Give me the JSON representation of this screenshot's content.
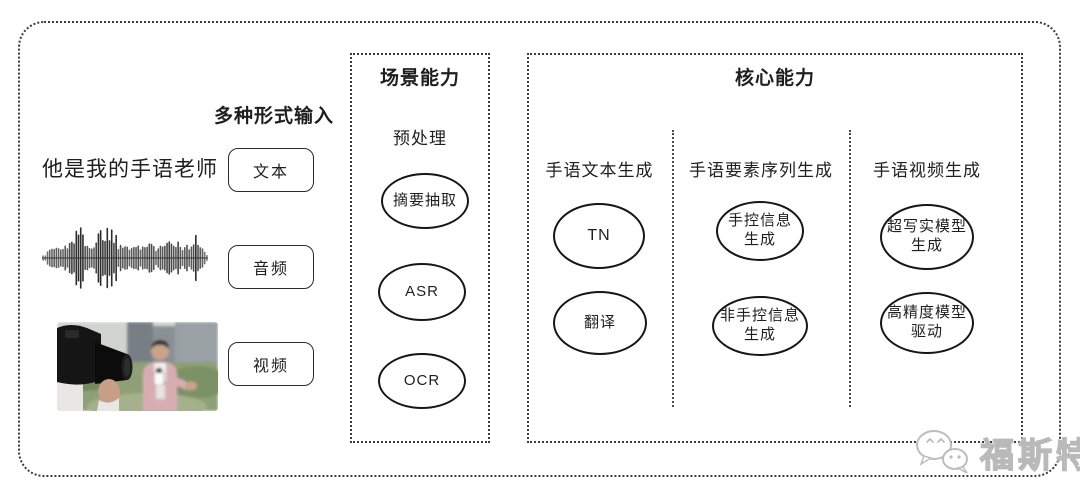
{
  "input_section": {
    "label": "多种形式输入",
    "sample_text": "他是我的手语老师",
    "items": [
      {
        "label": "文本"
      },
      {
        "label": "音频"
      },
      {
        "label": "视频"
      }
    ]
  },
  "scene_section": {
    "title": "场景能力",
    "subtitle": "预处理",
    "nodes": [
      "摘要抽取",
      "ASR",
      "OCR"
    ]
  },
  "core_section": {
    "title": "核心能力",
    "columns": [
      {
        "header": "手语文本生成",
        "nodes": [
          "TN",
          "翻译"
        ]
      },
      {
        "header": "手语要素序列生成",
        "nodes": [
          "手控信息\n生成",
          "非手控信息\n生成"
        ]
      },
      {
        "header": "手语视频生成",
        "nodes": [
          "超写实模型\n生成",
          "高精度模型\n驱动"
        ]
      }
    ]
  },
  "watermark": {
    "text": "福斯特",
    "icon": "wechat-bubbles-icon"
  },
  "colors": {
    "line": "#1f1f1f",
    "dotted_border": "#3a3a3a",
    "watermark": "#b9b9b9"
  }
}
